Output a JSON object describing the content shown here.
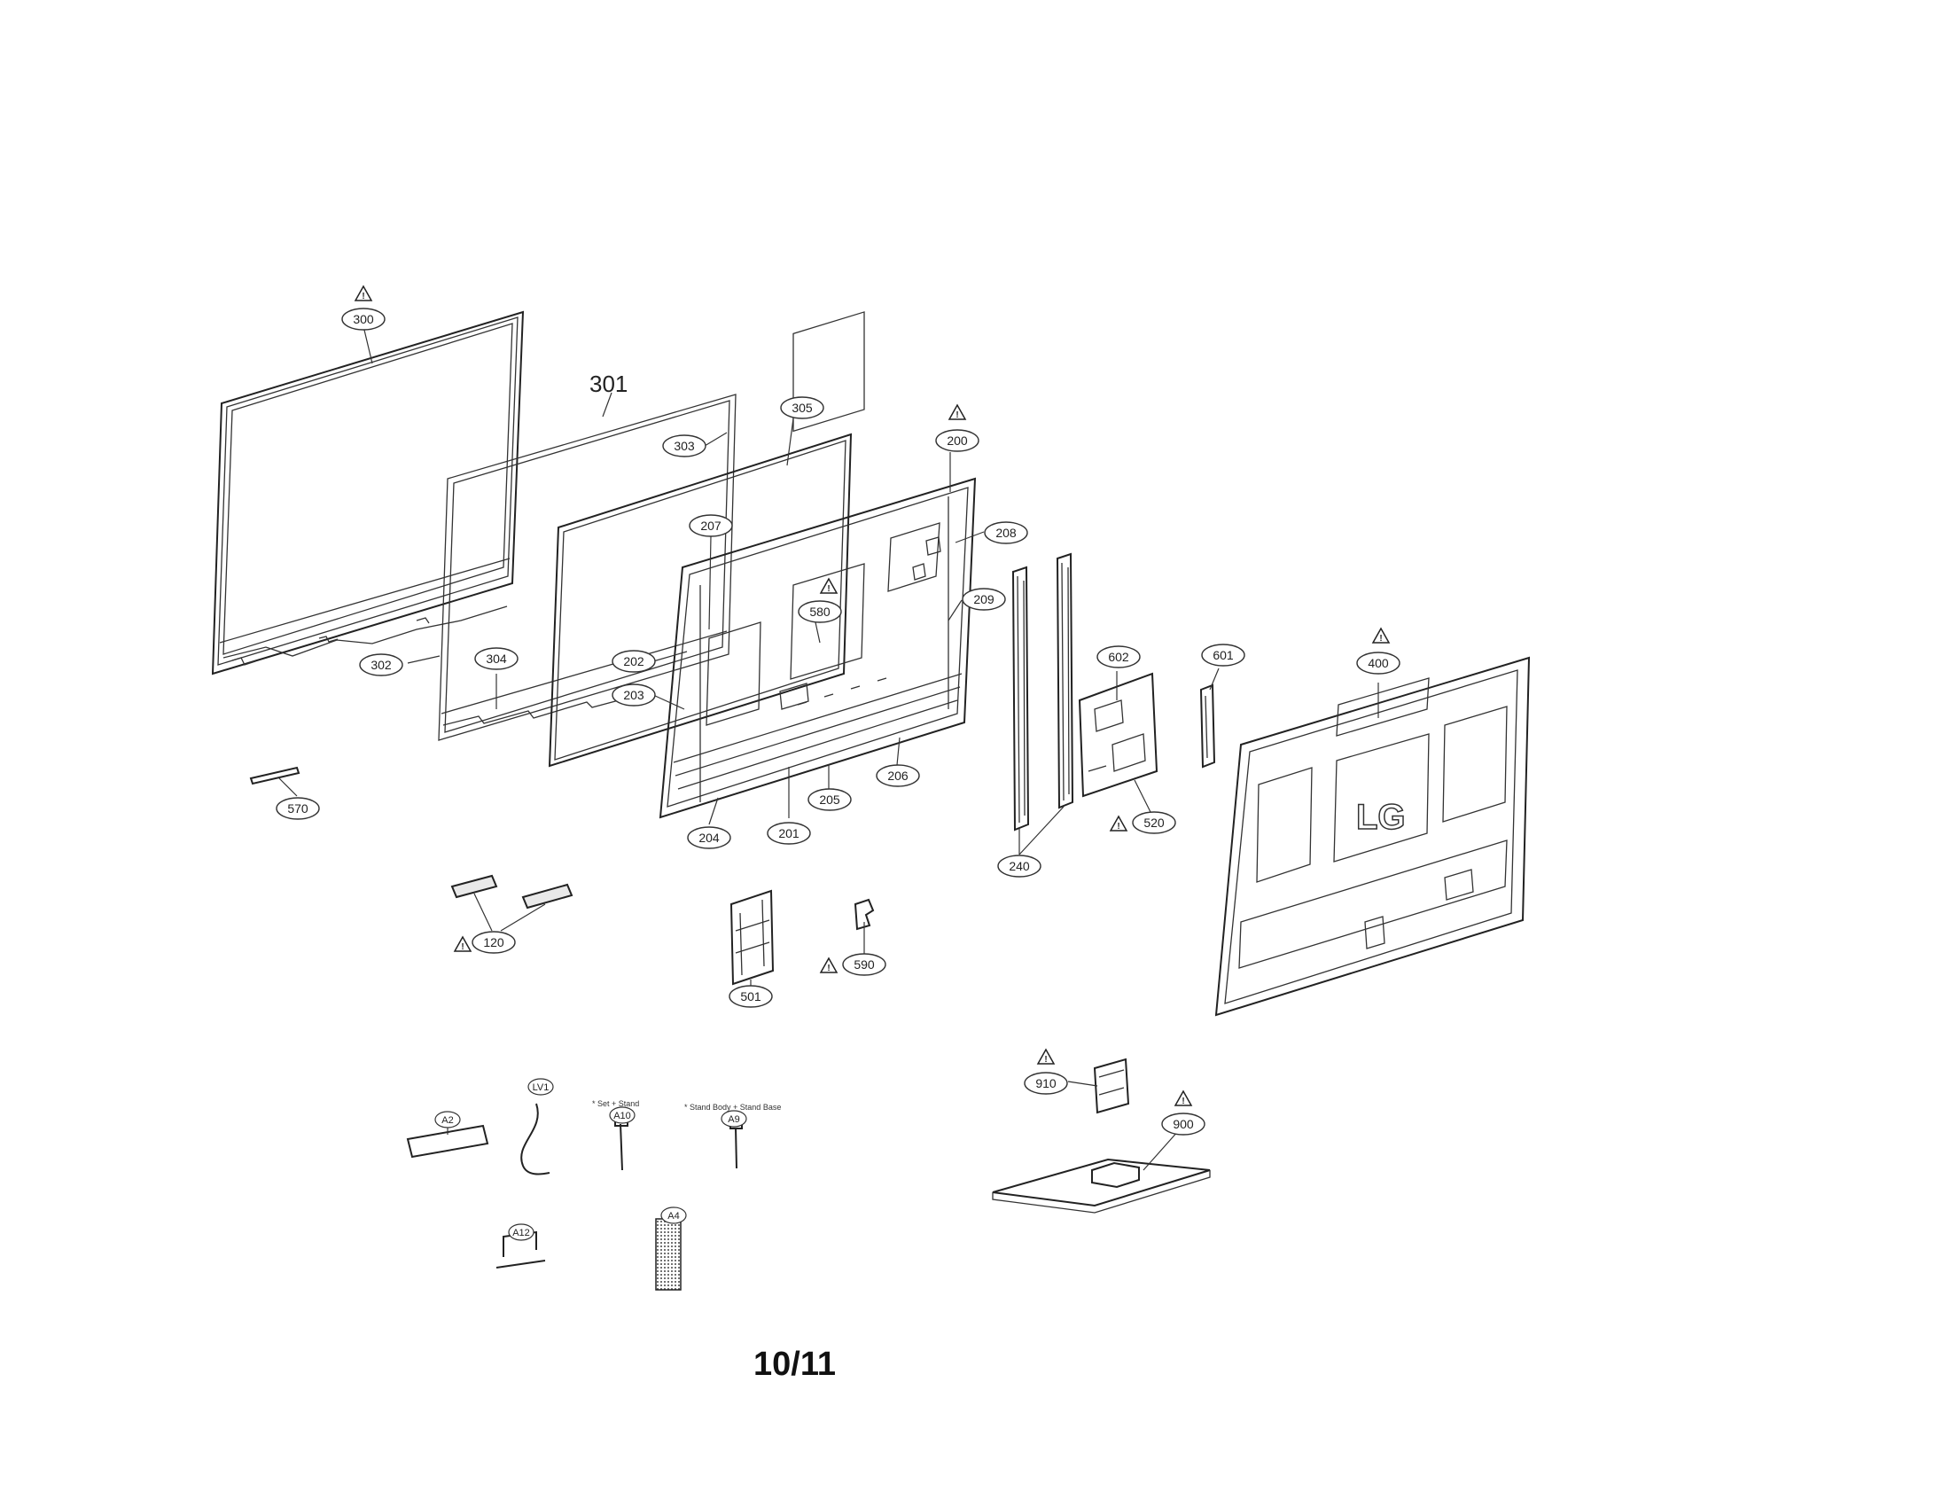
{
  "page_number": "10/11",
  "plain_label": "301",
  "logo_text": "LG",
  "notes": {
    "set_stand": "* Set + Stand",
    "stand_body_base": "* Stand Body + Stand Base"
  },
  "callouts": [
    {
      "id": "c300",
      "label": "300",
      "warning": true
    },
    {
      "id": "c303",
      "label": "303",
      "warning": false
    },
    {
      "id": "c305",
      "label": "305",
      "warning": false
    },
    {
      "id": "c200",
      "label": "200",
      "warning": true
    },
    {
      "id": "c207",
      "label": "207",
      "warning": false
    },
    {
      "id": "c208",
      "label": "208",
      "warning": false
    },
    {
      "id": "c580",
      "label": "580",
      "warning": true
    },
    {
      "id": "c209",
      "label": "209",
      "warning": false
    },
    {
      "id": "c202",
      "label": "202",
      "warning": false
    },
    {
      "id": "c203",
      "label": "203",
      "warning": false
    },
    {
      "id": "c302",
      "label": "302",
      "warning": false
    },
    {
      "id": "c304",
      "label": "304",
      "warning": false
    },
    {
      "id": "c570",
      "label": "570",
      "warning": false
    },
    {
      "id": "c206",
      "label": "206",
      "warning": false
    },
    {
      "id": "c205",
      "label": "205",
      "warning": false
    },
    {
      "id": "c201",
      "label": "201",
      "warning": false
    },
    {
      "id": "c204",
      "label": "204",
      "warning": false
    },
    {
      "id": "c240",
      "label": "240",
      "warning": false
    },
    {
      "id": "c602",
      "label": "602",
      "warning": false
    },
    {
      "id": "c601",
      "label": "601",
      "warning": false
    },
    {
      "id": "c520",
      "label": "520",
      "warning": true
    },
    {
      "id": "c400",
      "label": "400",
      "warning": true
    },
    {
      "id": "c120",
      "label": "120",
      "warning": true
    },
    {
      "id": "c501",
      "label": "501",
      "warning": false
    },
    {
      "id": "c590",
      "label": "590",
      "warning": true
    },
    {
      "id": "c910",
      "label": "910",
      "warning": true
    },
    {
      "id": "c900",
      "label": "900",
      "warning": true
    },
    {
      "id": "cA2",
      "label": "A2",
      "warning": false
    },
    {
      "id": "cLV1",
      "label": "LV1",
      "warning": false
    },
    {
      "id": "cA10",
      "label": "A10",
      "warning": false
    },
    {
      "id": "cA9",
      "label": "A9",
      "warning": false
    },
    {
      "id": "cA12",
      "label": "A12",
      "warning": false
    },
    {
      "id": "cA4",
      "label": "A4",
      "warning": false
    }
  ]
}
